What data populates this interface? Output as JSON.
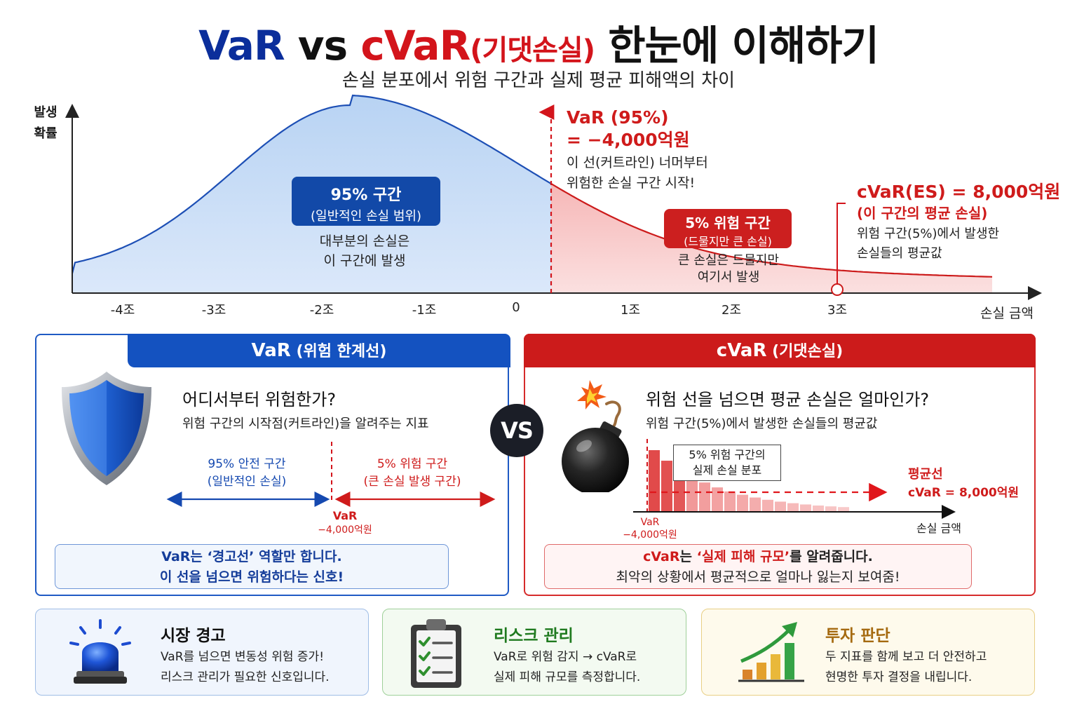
{
  "title": {
    "part1": "VaR",
    "part2": " vs ",
    "part3": "cVaR",
    "part4": "(기댓손실)",
    "part5": " 한눈에 이해하기"
  },
  "subtitle": "손실 분포에서 위험 구간과 실제 평균 피해액의 차이",
  "chart": {
    "y_label_1": "발생",
    "y_label_2": "확률",
    "x_ticks": [
      "-4조",
      "-3조",
      "-2조",
      "-1조",
      "0",
      "1조",
      "2조",
      "3조"
    ],
    "x_axis_label": "손실 금액",
    "blue_zone_title": "95% 구간",
    "blue_zone_sub": "(일반적인 손실 범위)",
    "blue_note_1": "대부분의 손실은",
    "blue_note_2": "이 구간에 발생",
    "var_line_1": "VaR (95%)",
    "var_line_2": "= −4,000억원",
    "var_desc_1": "이 선(커트라인) 너머부터",
    "var_desc_2": "위험한 손실 구간 시작!",
    "red_zone_title": "5% 위험 구간",
    "red_zone_sub": "(드물지만 큰 손실)",
    "red_note_1": "큰 손실은 드물지만",
    "red_note_2": "여기서 발생",
    "cvar_title": "cVaR(ES) =  8,000억원",
    "cvar_sub": "(이 구간의 평균 손실)",
    "cvar_desc_1": "위험 구간(5%)에서 발생한",
    "cvar_desc_2": "손실들의 평균값"
  },
  "var_panel": {
    "tab_main": "VaR",
    "tab_sub": " (위험 한계선)",
    "question": "어디서부터 위험한가?",
    "question_desc": "위험 구간의 시작점(커트라인)을 알려주는 지표",
    "safe_zone_1": "95% 안전 구간",
    "safe_zone_2": "(일반적인 손실)",
    "risk_zone_1": "5% 위험 구간",
    "risk_zone_2": "(큰 손실 발생 구간)",
    "var_marker_1": "VaR",
    "var_marker_2": "−4,000억원",
    "callout_1": "VaR는 ‘경고선’ 역할만 합니다.",
    "callout_2": "이 선을 넘으면 위험하다는 신호!"
  },
  "vs_label": "VS",
  "cvar_panel": {
    "tab_main": "cVaR",
    "tab_sub": " (기댓손실)",
    "question": "위험 선을 넘으면 평균 손실은 얼마인가?",
    "question_desc": "위험 구간(5%)에서 발생한 손실들의 평균값",
    "dist_box_1": "5% 위험 구간의",
    "dist_box_2": "실제 손실 분포",
    "avg_line_1": "평균선",
    "avg_line_2": "cVaR = 8,000억원",
    "var_marker_1": "VaR",
    "var_marker_2": "−4,000억원",
    "axis_label": "손실 금액",
    "callout_1_a": "cVaR",
    "callout_1_b": "는 ",
    "callout_1_c": "‘실제 피해 규모’",
    "callout_1_d": "를 알려줍니다.",
    "callout_2": "최악의 상황에서 평균적으로 얼마나 잃는지 보여줌!"
  },
  "cards": [
    {
      "title": "시장 경고",
      "line1": "VaR를 넘으면 변동성 위험 증가!",
      "line2": "리스크 관리가 필요한 신호입니다.",
      "icon": "siren-icon"
    },
    {
      "title": "리스크 관리",
      "line1": "VaR로 위험 감지  →  cVaR로",
      "line2": "실제 피해 규모를 측정합니다.",
      "icon": "clipboard-checklist-icon"
    },
    {
      "title": "투자 판단",
      "line1": "두 지표를 함께 보고 더 안전하고",
      "line2": "현명한 투자 결정을 내립니다.",
      "icon": "growth-chart-icon"
    }
  ],
  "colors": {
    "blue": "#1452c0",
    "red": "#cc1b1b",
    "dark_navy": "#0b2e9b"
  }
}
